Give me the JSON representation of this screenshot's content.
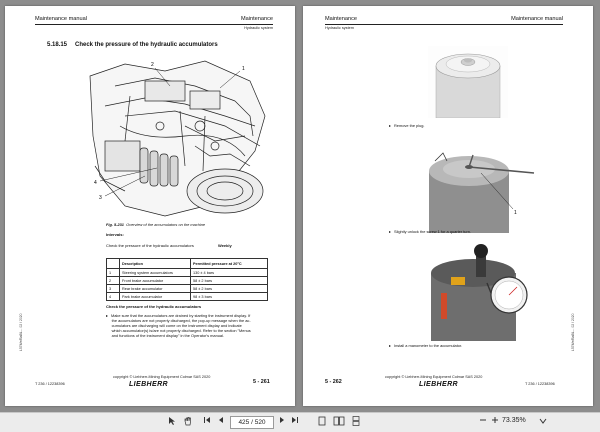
{
  "left_page": {
    "header_left": "Maintenance manual",
    "header_right": "Maintenance",
    "header_sub": "Hydraulic system",
    "section_number": "5.18.15",
    "section_title": "Check the pressure of the hydraulic accumulators",
    "figure_callouts": [
      "1",
      "2",
      "3",
      "4"
    ],
    "caption_label": "Fig. 5-231",
    "caption_text": "Overview of the accumulators on the machine",
    "intervals_label": "Intervals:",
    "interval_text": "Check the pressure of the hydraulic accumulators",
    "interval_value": "Weekly",
    "table": {
      "headers": [
        "",
        "Description",
        "Permitted pressure at 20°C"
      ],
      "rows": [
        [
          "1",
          "Steering system accumulators",
          "130 ± 4 bars"
        ],
        [
          "2",
          "Front brake accumulator",
          "58 ± 2 bars"
        ],
        [
          "3",
          "Rear brake accumulator",
          "58 ± 2 bars"
        ],
        [
          "4",
          "Park brake accumulator",
          "98 ± 3 bars"
        ]
      ]
    },
    "check_heading": "Check the pressure of the hydraulic accumulators",
    "bullet_lines": [
      "Make sure that the accumulators are drained by starting the instrument display. If",
      "the accumulators are not properly discharged, the pop-up message when the ac-",
      "cumulators are discharging will come on the instrument display and indicate",
      "which accumulator(s) is/are not properly discharged. Refer to the section \"Menus",
      "and functions of the instrument display\" in the Operator's manual."
    ],
    "side_text": "L574/e/BaBL... 02 / 2020",
    "footer_left": "T 236 / 12238396",
    "footer_copyright": "copyright © Liebherr-Mining Equipment Colmar SAS 2020",
    "logo": "LIEBHERR",
    "page_number": "5 - 261"
  },
  "right_page": {
    "header_left": "Maintenance",
    "header_right": "Maintenance manual",
    "header_sub": "Hydraulic system",
    "step1": "Remove the plug.",
    "step2": "Slightly unlock the screw 1 for a quarter turn.",
    "step2_callout": "1",
    "step3": "Install a manometer to the accumulator.",
    "side_text": "L574/e/BaBL... 02 / 2020",
    "page_number": "5 - 262",
    "footer_copyright": "copyright © Liebherr-Mining Equipment Colmar SAS 2020",
    "logo": "LIEBHERR",
    "footer_right": "T 236 / 12238396"
  },
  "toolbar": {
    "page_value": "425 / 520",
    "zoom_value": "73.35%",
    "icons": [
      "pointer-icon",
      "hand-icon",
      "first-page-icon",
      "prev-page-icon",
      "next-page-icon",
      "last-page-icon",
      "single-page-icon",
      "two-page-icon",
      "scroll-icon",
      "zoom-out-icon",
      "zoom-in-icon"
    ]
  }
}
